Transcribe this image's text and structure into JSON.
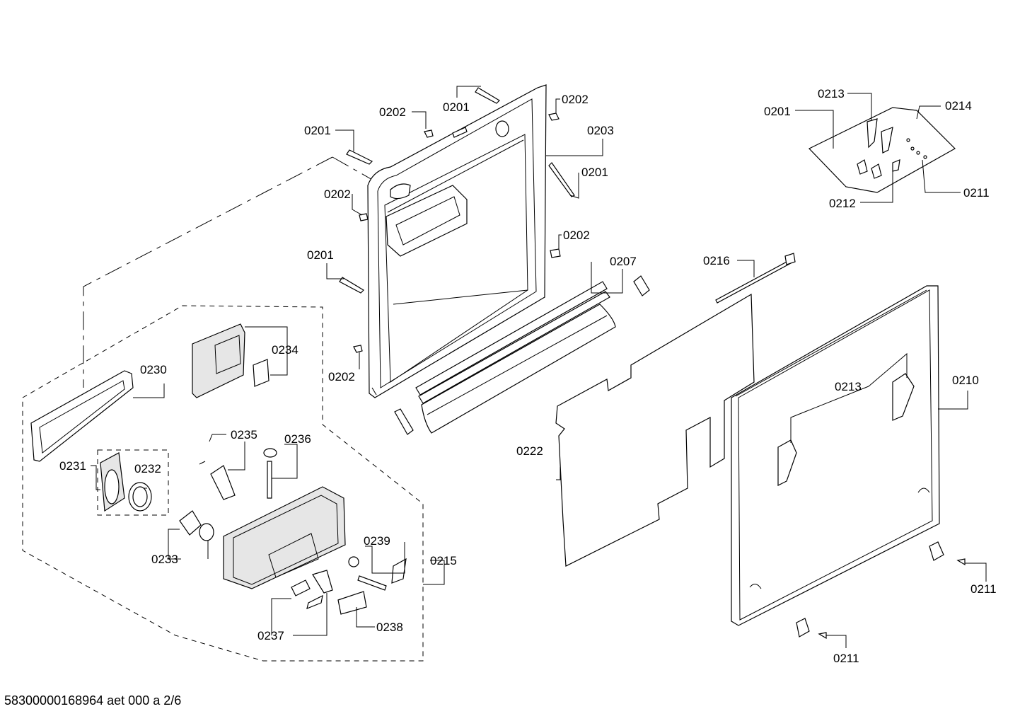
{
  "footer": {
    "code": "58300000168964 aet 000 a 2/6"
  },
  "labels": {
    "l0201a": "0201",
    "l0201b": "0201",
    "l0201c": "0201",
    "l0201d": "0201",
    "l0201e": "0201",
    "l0202a": "0202",
    "l0202b": "0202",
    "l0202c": "0202",
    "l0202d": "0202",
    "l0202e": "0202",
    "l0203": "0203",
    "l0207": "0207",
    "l0210": "0210",
    "l0211a": "0211",
    "l0211b": "0211",
    "l0211c": "0211",
    "l0212": "0212",
    "l0213a": "0213",
    "l0213b": "0213",
    "l0214": "0214",
    "l0215": "0215",
    "l0216": "0216",
    "l0222": "0222",
    "l0230": "0230",
    "l0231": "0231",
    "l0232": "0232",
    "l0233": "0233",
    "l0234": "0234",
    "l0235": "0235",
    "l0236": "0236",
    "l0237": "0237",
    "l0238": "0238",
    "l0239": "0239"
  }
}
